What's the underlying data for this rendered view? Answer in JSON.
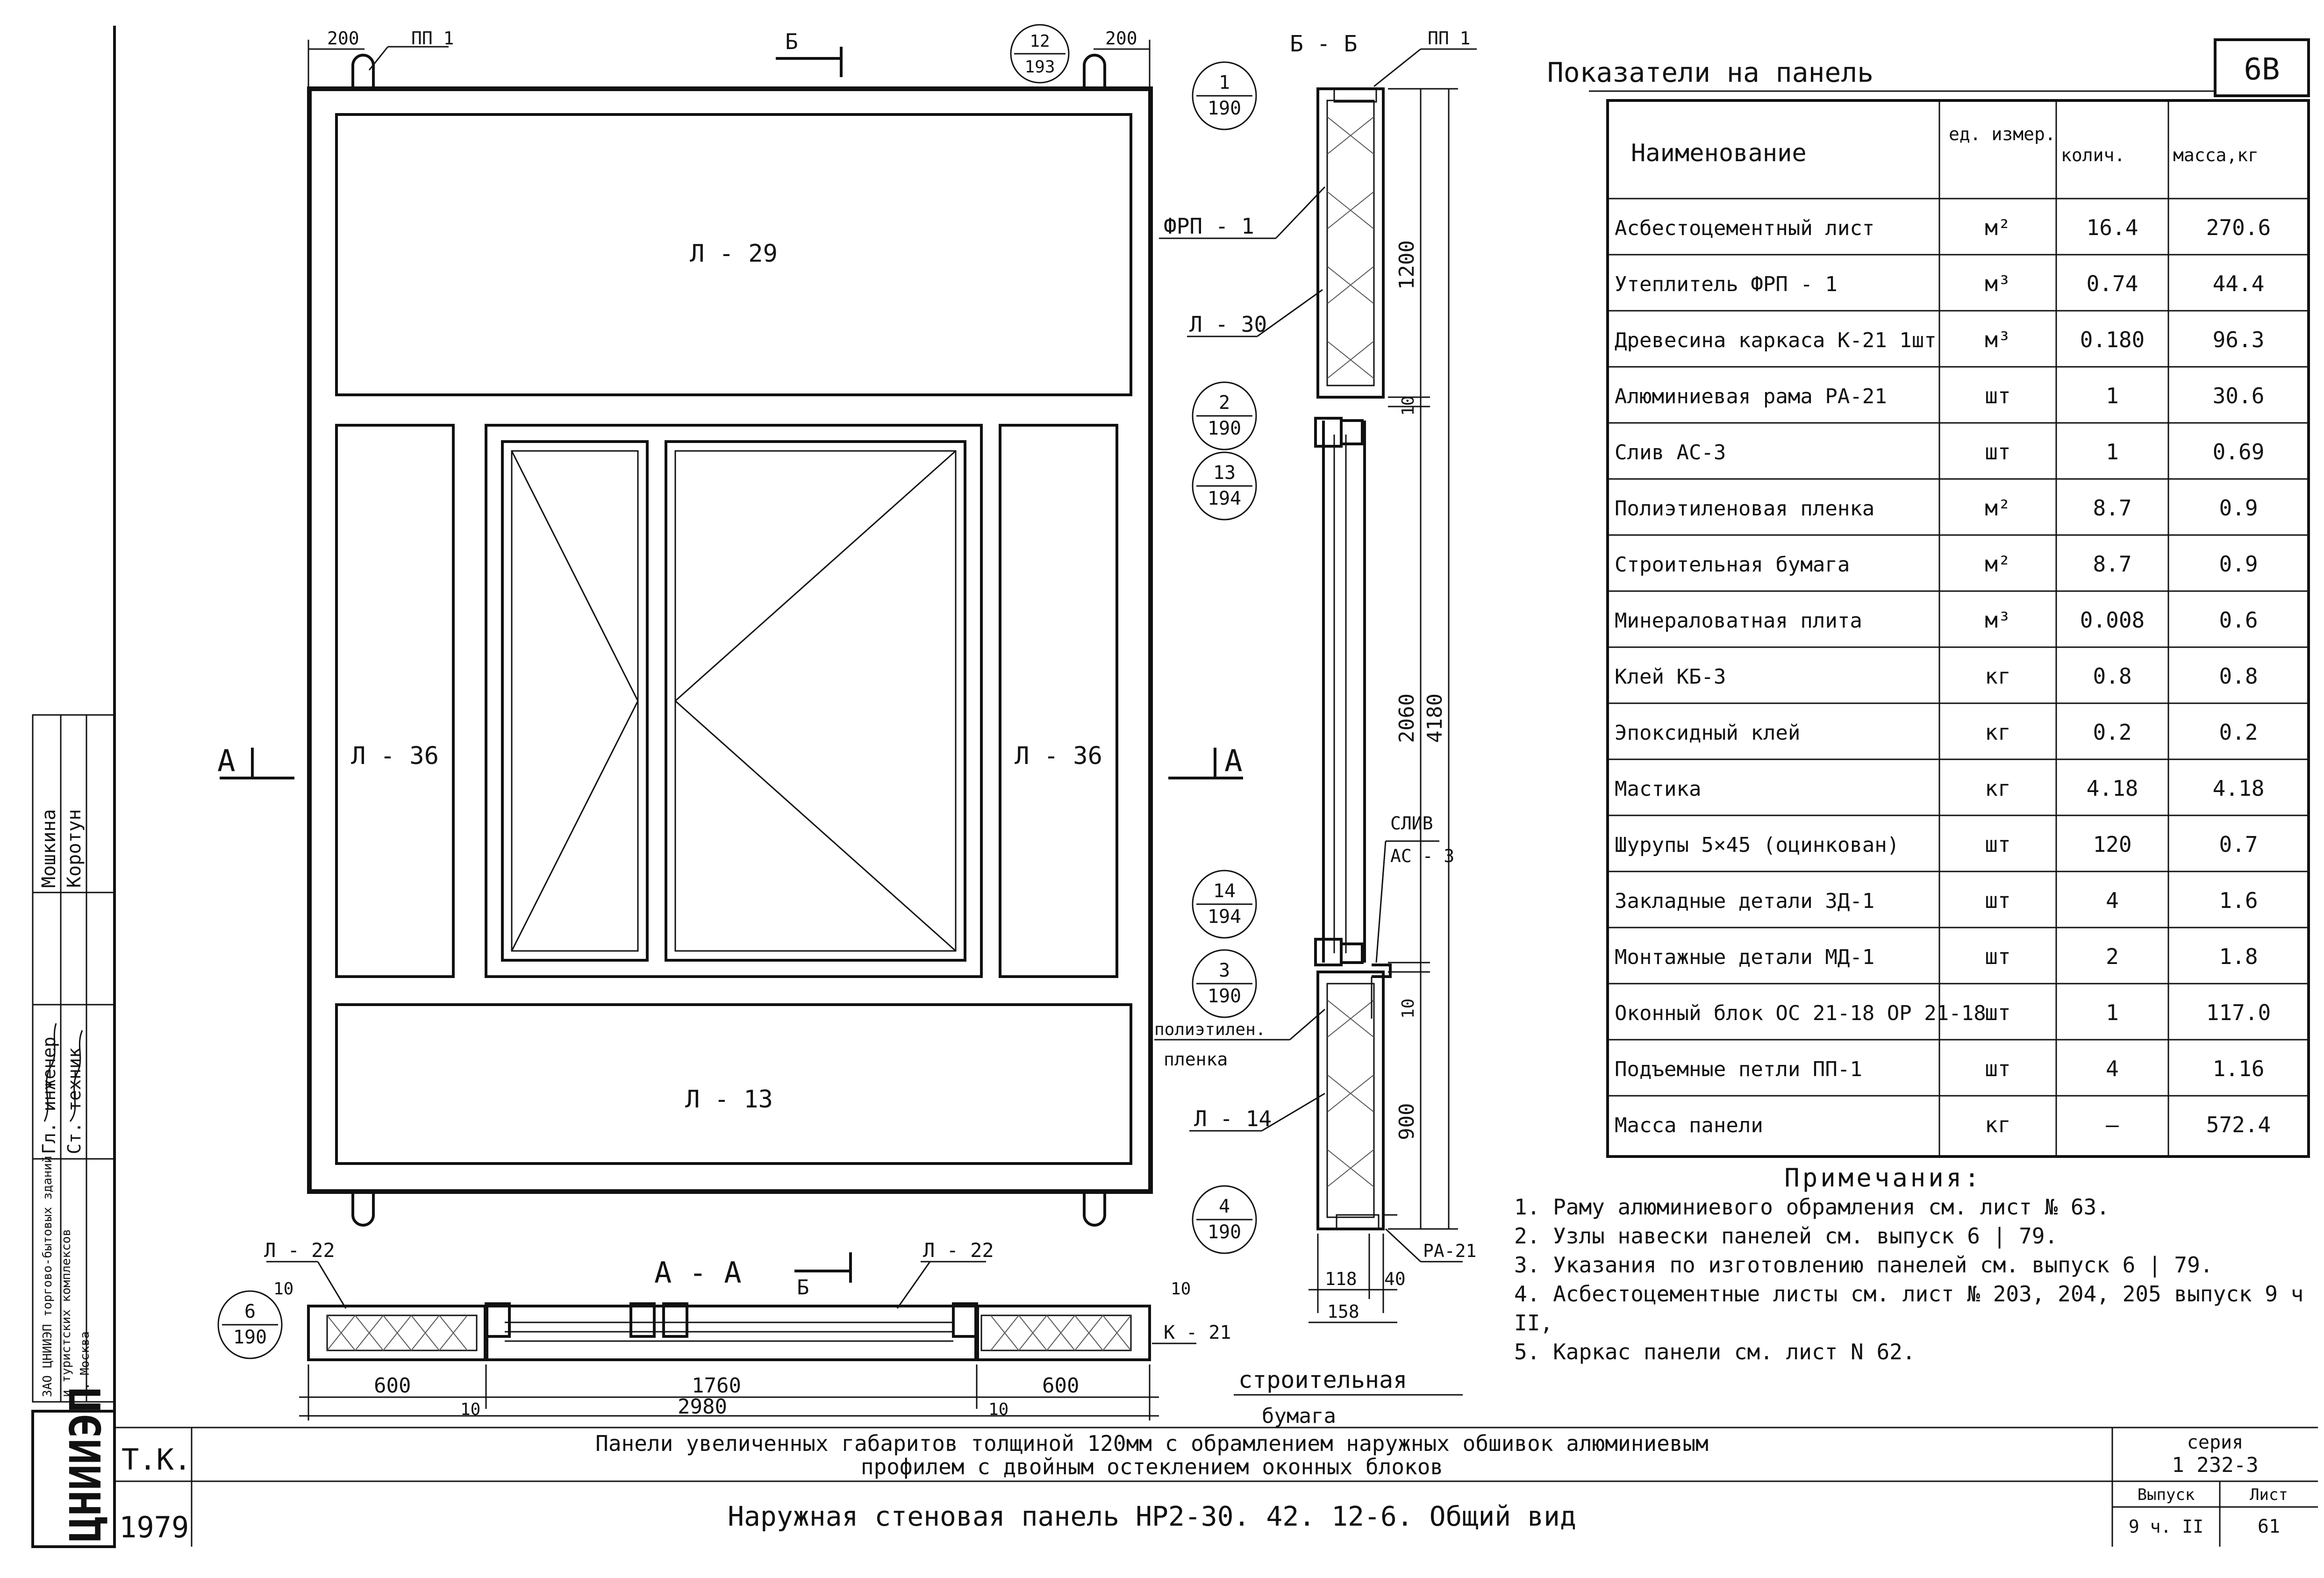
{
  "sheet_code": "6В",
  "table": {
    "title": "Показатели на панель",
    "headers": [
      "Наименование",
      "ед. измер.",
      "колич.",
      "масса,кг"
    ],
    "rows": [
      [
        "Асбестоцементный лист",
        "м²",
        "16.4",
        "270.6"
      ],
      [
        "Утеплитель ФРП - 1",
        "м³",
        "0.74",
        "44.4"
      ],
      [
        "Древесина каркаса К-21 1шт",
        "м³",
        "0.180",
        "96.3"
      ],
      [
        "Алюминиевая рама РА-21",
        "шт",
        "1",
        "30.6"
      ],
      [
        "Слив АС-3",
        "шт",
        "1",
        "0.69"
      ],
      [
        "Полиэтиленовая пленка",
        "м²",
        "8.7",
        "0.9"
      ],
      [
        "Строительная бумага",
        "м²",
        "8.7",
        "0.9"
      ],
      [
        "Минераловатная плита",
        "м³",
        "0.008",
        "0.6"
      ],
      [
        "Клей КБ-3",
        "кг",
        "0.8",
        "0.8"
      ],
      [
        "Эпоксидный клей",
        "кг",
        "0.2",
        "0.2"
      ],
      [
        "Мастика",
        "кг",
        "4.18",
        "4.18"
      ],
      [
        "Шурупы 5×45 (оцинкован)",
        "шт",
        "120",
        "0.7"
      ],
      [
        "Закладные детали ЗД-1",
        "шт",
        "4",
        "1.6"
      ],
      [
        "Монтажные детали МД-1",
        "шт",
        "2",
        "1.8"
      ],
      [
        "Оконный блок ОС 21-18 ОР 21-18",
        "шт",
        "1",
        "117.0"
      ],
      [
        "Подъемные петли ПП-1",
        "шт",
        "4",
        "1.16"
      ],
      [
        "Масса панели",
        "кг",
        "—",
        "572.4"
      ]
    ]
  },
  "notes": {
    "title": "Примечания:",
    "items": [
      "1. Раму алюминиевого обрамления см. лист № 63.",
      "2. Узлы навески панелей см. выпуск 6 | 79.",
      "3. Указания по изготовлению панелей см. выпуск 6 | 79.",
      "4. Асбестоцементные листы см. лист № 203, 204, 205 выпуск 9 ч II,",
      "5. Каркас панели см. лист N 62."
    ]
  },
  "elevation": {
    "panels": [
      "Л - 29",
      "Л - 36",
      "Л - 36",
      "Л - 13"
    ],
    "loop_label": "ПП 1",
    "dim_200": "200",
    "section_label": "Б",
    "cut_a": "А"
  },
  "callouts": [
    {
      "top": "1",
      "bottom": "190"
    },
    {
      "top": "12",
      "bottom": "193"
    },
    {
      "top": "2",
      "bottom": "190"
    },
    {
      "top": "13",
      "bottom": "194"
    },
    {
      "top": "14",
      "bottom": "194"
    },
    {
      "top": "3",
      "bottom": "190"
    },
    {
      "top": "4",
      "bottom": "190"
    },
    {
      "top": "6",
      "bottom": "190"
    }
  ],
  "section_bb": {
    "title": "Б - Б",
    "loop": "ПП 1",
    "dims": [
      "1200",
      "10",
      "2060",
      "4180",
      "10",
      "900"
    ],
    "bottom_dims": [
      "118",
      "40",
      "158"
    ],
    "labels": [
      "ФРП - 1",
      "Л - 30",
      "СЛИВ",
      "АС - 3",
      "полиэтилен.",
      "пленка",
      "Л - 14",
      "РА-21"
    ]
  },
  "section_aa": {
    "title": "А - А",
    "labels": [
      "Л - 22",
      "Л - 22",
      "К - 21",
      "Б",
      "10",
      "10"
    ],
    "dims": [
      "600",
      "1760",
      "600",
      "10",
      "2980",
      "10"
    ],
    "paper": [
      "строительная",
      "бумага"
    ]
  },
  "side_stamp": {
    "roles": [
      "Гл. инженер",
      "Ст. техник"
    ],
    "names": [
      "Мошкина",
      "Коротун"
    ],
    "org": [
      "ЗАО ЦНИИЭП торгово-бытовых зданий",
      "и туристских комплексов",
      "г. Москва"
    ],
    "logo": "ЦНИИЭП"
  },
  "title_block": {
    "code": "Т.К.",
    "year": "1979",
    "line1": "Панели увеличенных габаритов толщиной 120мм с обрамлением наружных обшивок алюминиевым",
    "line2": "профилем с двойным остеклением оконных блоков",
    "line3": "Наружная стеновая панель НР2-30. 42. 12-6. Общий вид",
    "series_label": "серия",
    "series": "1 232-3",
    "issue_label": "Выпуск",
    "issue": "9 ч. II",
    "sheet_label": "Лист",
    "sheet": "61"
  }
}
